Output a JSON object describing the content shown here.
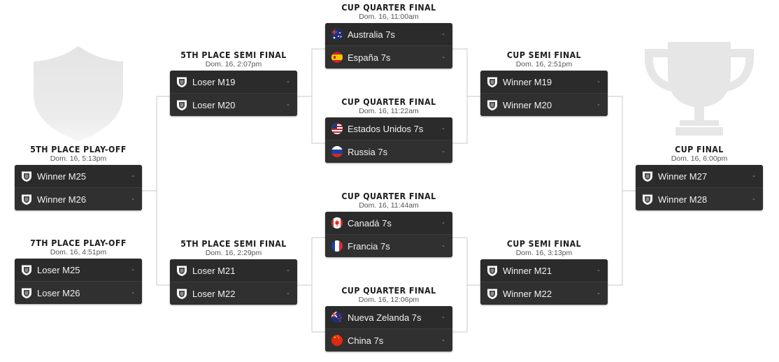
{
  "matches": {
    "qf1": {
      "title": "CUP QUARTER FINAL",
      "date": "Dom. 16, 11:00am",
      "teams": [
        {
          "name": "Australia 7s",
          "score": "-",
          "icon": "flag-australia"
        },
        {
          "name": "España 7s",
          "score": "-",
          "icon": "flag-spain"
        }
      ]
    },
    "qf2": {
      "title": "CUP QUARTER FINAL",
      "date": "Dom. 16, 11:22am",
      "teams": [
        {
          "name": "Estados Unidos 7s",
          "score": "-",
          "icon": "flag-usa"
        },
        {
          "name": "Russia 7s",
          "score": "-",
          "icon": "flag-russia"
        }
      ]
    },
    "qf3": {
      "title": "CUP QUARTER FINAL",
      "date": "Dom. 16, 11:44am",
      "teams": [
        {
          "name": "Canadá 7s",
          "score": "-",
          "icon": "flag-canada"
        },
        {
          "name": "Francia 7s",
          "score": "-",
          "icon": "flag-france"
        }
      ]
    },
    "qf4": {
      "title": "CUP QUARTER FINAL",
      "date": "Dom. 16, 12:06pm",
      "teams": [
        {
          "name": "Nueva Zelanda 7s",
          "score": "-",
          "icon": "flag-new-zealand"
        },
        {
          "name": "China 7s",
          "score": "-",
          "icon": "flag-china"
        }
      ]
    },
    "p5sf1": {
      "title": "5TH PLACE SEMI FINAL",
      "date": "Dom. 16, 2:07pm",
      "teams": [
        {
          "name": "Loser M19",
          "score": "-",
          "icon": "shield-placeholder"
        },
        {
          "name": "Loser M20",
          "score": "-",
          "icon": "shield-placeholder"
        }
      ]
    },
    "p5sf2": {
      "title": "5TH PLACE SEMI FINAL",
      "date": "Dom. 16, 2:29pm",
      "teams": [
        {
          "name": "Loser M21",
          "score": "-",
          "icon": "shield-placeholder"
        },
        {
          "name": "Loser M22",
          "score": "-",
          "icon": "shield-placeholder"
        }
      ]
    },
    "csf1": {
      "title": "CUP SEMI FINAL",
      "date": "Dom. 16, 2:51pm",
      "teams": [
        {
          "name": "Winner M19",
          "score": "-",
          "icon": "shield-placeholder"
        },
        {
          "name": "Winner M20",
          "score": "-",
          "icon": "shield-placeholder"
        }
      ]
    },
    "csf2": {
      "title": "CUP SEMI FINAL",
      "date": "Dom. 16, 3:13pm",
      "teams": [
        {
          "name": "Winner M21",
          "score": "-",
          "icon": "shield-placeholder"
        },
        {
          "name": "Winner M22",
          "score": "-",
          "icon": "shield-placeholder"
        }
      ]
    },
    "p5po": {
      "title": "5TH PLACE PLAY-OFF",
      "date": "Dom. 16, 5:13pm",
      "teams": [
        {
          "name": "Winner M25",
          "score": "-",
          "icon": "shield-placeholder"
        },
        {
          "name": "Winner M26",
          "score": "-",
          "icon": "shield-placeholder"
        }
      ]
    },
    "p7po": {
      "title": "7TH PLACE PLAY-OFF",
      "date": "Dom. 16, 4:51pm",
      "teams": [
        {
          "name": "Loser M25",
          "score": "-",
          "icon": "shield-placeholder"
        },
        {
          "name": "Loser M26",
          "score": "-",
          "icon": "shield-placeholder"
        }
      ]
    },
    "final": {
      "title": "CUP FINAL",
      "date": "Dom. 16, 6:00pm",
      "teams": [
        {
          "name": "Winner M27",
          "score": "-",
          "icon": "shield-placeholder"
        },
        {
          "name": "Winner M28",
          "score": "-",
          "icon": "shield-placeholder"
        }
      ]
    }
  },
  "decorations": {
    "left": "shield-icon",
    "right": "trophy-icon"
  },
  "colors": {
    "box": "#2b2b2b",
    "row_alt": "#303030",
    "text": "#f2f2f2",
    "score": "#9a9a9a",
    "lines": "#c8c8c8",
    "decor": "#e6e6e6"
  }
}
